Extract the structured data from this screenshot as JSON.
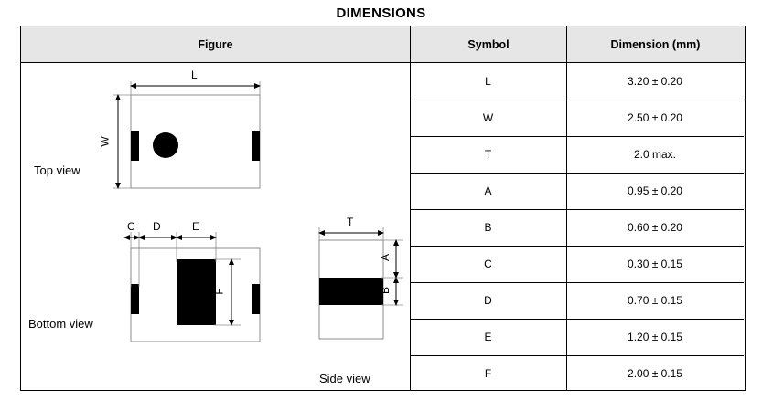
{
  "page": {
    "title": "DIMENSIONS"
  },
  "table": {
    "headers": {
      "figure": "Figure",
      "symbol": "Symbol",
      "dimension": "Dimension (mm)"
    },
    "rows": [
      {
        "symbol": "L",
        "dimension": "3.20 ± 0.20"
      },
      {
        "symbol": "W",
        "dimension": "2.50 ± 0.20"
      },
      {
        "symbol": "T",
        "dimension": "2.0 max."
      },
      {
        "symbol": "A",
        "dimension": "0.95 ± 0.20"
      },
      {
        "symbol": "B",
        "dimension": "0.60 ± 0.20"
      },
      {
        "symbol": "C",
        "dimension": "0.30 ± 0.15"
      },
      {
        "symbol": "D",
        "dimension": "0.70 ± 0.15"
      },
      {
        "symbol": "E",
        "dimension": "1.20 ± 0.15"
      },
      {
        "symbol": "F",
        "dimension": "2.00 ± 0.15"
      }
    ]
  },
  "figure": {
    "views": {
      "top": "Top view",
      "bottom": "Bottom view",
      "side": "Side view"
    },
    "callouts": {
      "top_length": "L",
      "top_width": "W",
      "bottom_c": "C",
      "bottom_d": "D",
      "bottom_e": "E",
      "bottom_f": "F",
      "side_thickness": "T",
      "side_a": "A",
      "side_b": "B"
    }
  },
  "colors": {
    "header_fill": "#e6e6e6",
    "line": "#000000",
    "terminal_fill": "#000000",
    "outline": "#999999"
  }
}
